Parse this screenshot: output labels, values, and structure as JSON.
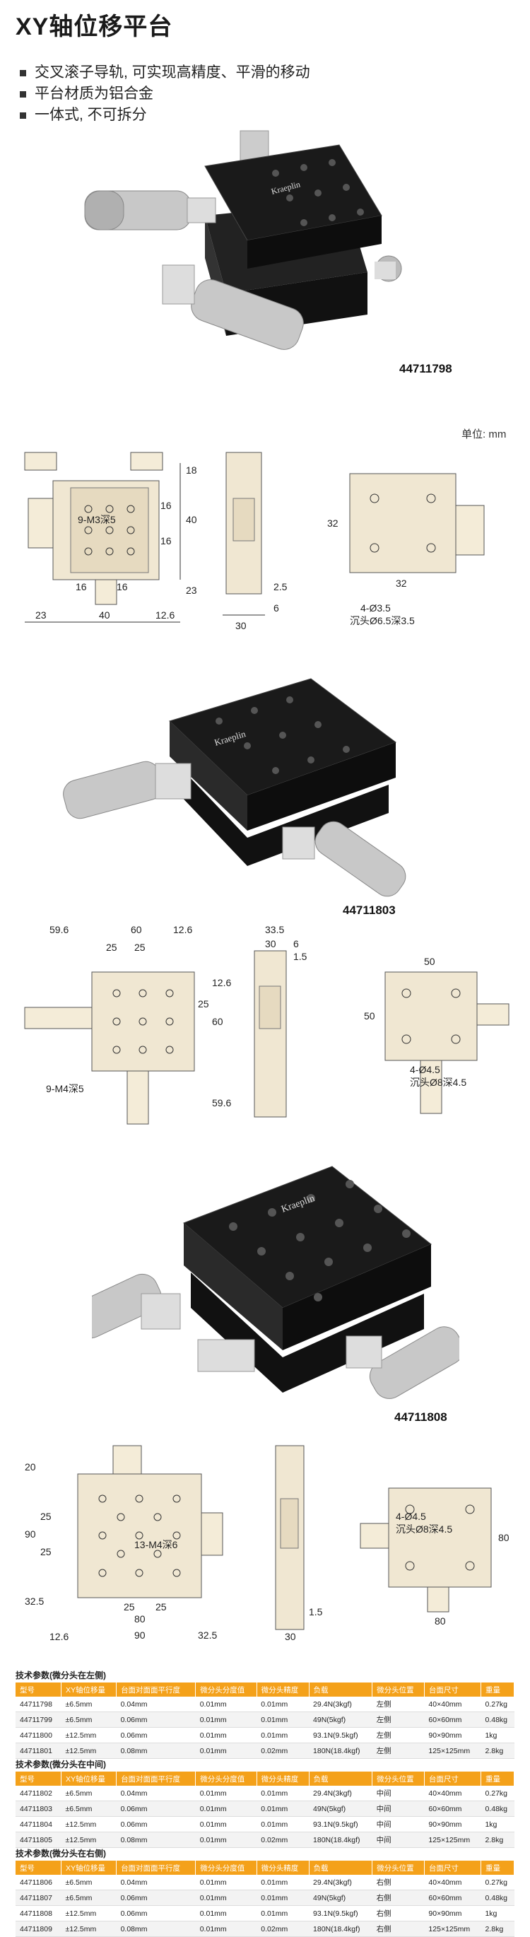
{
  "title": "XY轴位移平台",
  "features": [
    "交叉滚子导轨, 可实现高精度、平滑的移动",
    "平台材质为铝合金",
    "一体式, 不可拆分"
  ],
  "unit_label": "单位: mm",
  "brand": "Kraeplin",
  "products": [
    {
      "part_no": "44711798"
    },
    {
      "part_no": "44711803"
    },
    {
      "part_no": "44711808"
    }
  ],
  "drawing1": {
    "dims": [
      "18",
      "40",
      "16",
      "16",
      "23",
      "23",
      "16",
      "16",
      "40",
      "12.6",
      "2.5",
      "30",
      "6",
      "32",
      "32"
    ],
    "hole_label": "9-M3深5",
    "mount_label_1": "4-Ø3.5",
    "mount_label_2": "沉头Ø6.5深3.5"
  },
  "drawing2": {
    "dims": [
      "59.6",
      "60",
      "12.6",
      "25",
      "25",
      "25",
      "60",
      "12.6",
      "59.6",
      "33.5",
      "30",
      "6",
      "1.5",
      "50",
      "50"
    ],
    "hole_label": "9-M4深5",
    "mount_label_1": "4-Ø4.5",
    "mount_label_2": "沉头Ø8深4.5"
  },
  "drawing3": {
    "dims": [
      "20",
      "90",
      "25",
      "25",
      "32.5",
      "25",
      "25",
      "80",
      "12.6",
      "90",
      "32.5",
      "1.5",
      "30",
      "80",
      "80"
    ],
    "hole_label": "13-M4深6",
    "mount_label_1": "4-Ø4.5",
    "mount_label_2": "沉头Ø8深4.5"
  },
  "table_headers": [
    "型号",
    "XY轴位移量",
    "台面对面面平行度",
    "微分头分度值",
    "微分头精度",
    "负载",
    "微分头位置",
    "台面尺寸",
    "重量"
  ],
  "tables": [
    {
      "caption": "技术参数(微分头在左侧)",
      "rows": [
        [
          "44711798",
          "±6.5mm",
          "0.04mm",
          "0.01mm",
          "0.01mm",
          "29.4N(3kgf)",
          "左侧",
          "40×40mm",
          "0.27kg"
        ],
        [
          "44711799",
          "±6.5mm",
          "0.06mm",
          "0.01mm",
          "0.01mm",
          "49N(5kgf)",
          "左侧",
          "60×60mm",
          "0.48kg"
        ],
        [
          "44711800",
          "±12.5mm",
          "0.06mm",
          "0.01mm",
          "0.01mm",
          "93.1N(9.5kgf)",
          "左侧",
          "90×90mm",
          "1kg"
        ],
        [
          "44711801",
          "±12.5mm",
          "0.08mm",
          "0.01mm",
          "0.02mm",
          "180N(18.4kgf)",
          "左侧",
          "125×125mm",
          "2.8kg"
        ]
      ]
    },
    {
      "caption": "技术参数(微分头在中间)",
      "rows": [
        [
          "44711802",
          "±6.5mm",
          "0.04mm",
          "0.01mm",
          "0.01mm",
          "29.4N(3kgf)",
          "中间",
          "40×40mm",
          "0.27kg"
        ],
        [
          "44711803",
          "±6.5mm",
          "0.06mm",
          "0.01mm",
          "0.01mm",
          "49N(5kgf)",
          "中间",
          "60×60mm",
          "0.48kg"
        ],
        [
          "44711804",
          "±12.5mm",
          "0.06mm",
          "0.01mm",
          "0.01mm",
          "93.1N(9.5kgf)",
          "中间",
          "90×90mm",
          "1kg"
        ],
        [
          "44711805",
          "±12.5mm",
          "0.08mm",
          "0.01mm",
          "0.02mm",
          "180N(18.4kgf)",
          "中间",
          "125×125mm",
          "2.8kg"
        ]
      ]
    },
    {
      "caption": "技术参数(微分头在右侧)",
      "rows": [
        [
          "44711806",
          "±6.5mm",
          "0.04mm",
          "0.01mm",
          "0.01mm",
          "29.4N(3kgf)",
          "右侧",
          "40×40mm",
          "0.27kg"
        ],
        [
          "44711807",
          "±6.5mm",
          "0.06mm",
          "0.01mm",
          "0.01mm",
          "49N(5kgf)",
          "右侧",
          "60×60mm",
          "0.48kg"
        ],
        [
          "44711808",
          "±12.5mm",
          "0.06mm",
          "0.01mm",
          "0.01mm",
          "93.1N(9.5kgf)",
          "右侧",
          "90×90mm",
          "1kg"
        ],
        [
          "44711809",
          "±12.5mm",
          "0.08mm",
          "0.01mm",
          "0.02mm",
          "180N(18.4kgf)",
          "右侧",
          "125×125mm",
          "2.8kg"
        ]
      ]
    }
  ]
}
